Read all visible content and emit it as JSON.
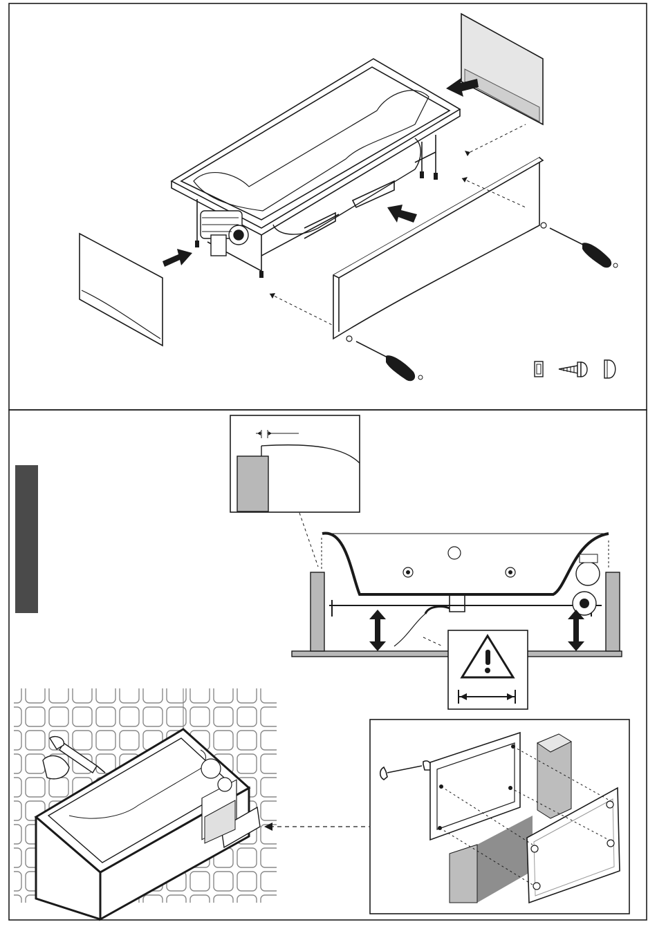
{
  "document": {
    "title": "",
    "panels": [
      {
        "id": "top",
        "name": "panel-assembly",
        "text": ""
      },
      {
        "id": "bottom",
        "name": "panel-installation",
        "text": ""
      }
    ]
  },
  "colors": {
    "line": "#1a1a1a",
    "panel_fill": "#e6e6e6",
    "wall_fill": "#b8b8b8",
    "side_label": "#4a4a4a",
    "block_fill": "#bdbdbd",
    "block_dark": "#8e8e8e"
  },
  "icons": [
    "arrow-left-icon",
    "arrow-right-icon",
    "screwdriver-icon",
    "clip-icon",
    "screw-icon",
    "cap-icon",
    "warning-icon",
    "width-measure-icon",
    "double-arrow-vertical-icon",
    "spanner-icon",
    "caulk-gun-icon"
  ]
}
